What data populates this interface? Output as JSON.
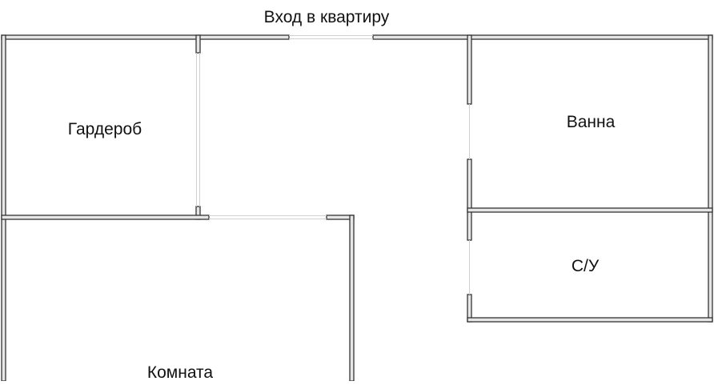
{
  "labels": {
    "entrance": "Вход в квартиру",
    "wardrobe": "Гардероб",
    "bathroom": "Ванна",
    "toilet": "С/У",
    "room": "Комната"
  },
  "colors": {
    "wall_outline": "#333333",
    "wall_fill": "#e6e6e6",
    "door_line": "#d0d0d0",
    "background": "#ffffff",
    "text": "#111111"
  }
}
